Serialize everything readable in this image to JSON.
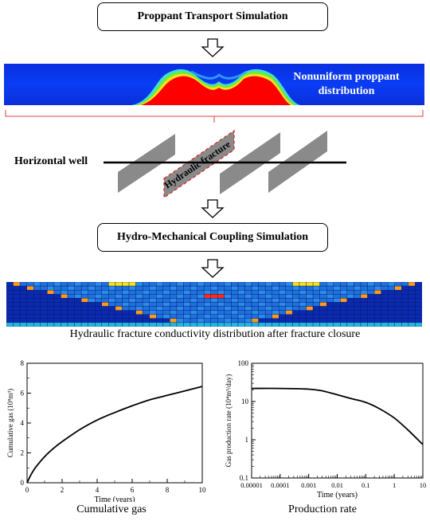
{
  "flow": {
    "step1": "Proppant Transport Simulation",
    "step2": "Hydro-Mechanical Coupling Simulation"
  },
  "proppant_panel": {
    "annotation_line1": "Nonuniform proppant",
    "annotation_line2": "distribution",
    "colors": {
      "background": "#0a3df0",
      "proppant": "#ff0000",
      "edge": "#36e07a"
    }
  },
  "well_diagram": {
    "well_label": "Horizontal well",
    "fracture_label": "Hydraulic fracture"
  },
  "conductivity_panel": {
    "caption": "Hydraulic fracture conductivity distribution after fracture closure"
  },
  "charts": [
    {
      "caption": "Cumulative gas",
      "chart_data": {
        "type": "line",
        "xlabel": "Time (years)",
        "ylabel": "Cumulative gas (10⁸m³)",
        "xlim": [
          0,
          10
        ],
        "ylim": [
          0,
          8
        ],
        "xticks": [
          "0",
          "2",
          "4",
          "6",
          "8",
          "10"
        ],
        "yticks": [
          "0",
          "2",
          "4",
          "6",
          "8"
        ],
        "x": [
          0,
          0.25,
          0.5,
          1,
          1.5,
          2,
          3,
          4,
          5,
          6,
          7,
          8,
          9,
          10
        ],
        "values": [
          0,
          0.6,
          1.05,
          1.75,
          2.3,
          2.75,
          3.55,
          4.2,
          4.7,
          5.15,
          5.55,
          5.85,
          6.15,
          6.45
        ]
      }
    },
    {
      "caption": "Production rate",
      "chart_data": {
        "type": "line",
        "scale": "log-log",
        "xlabel": "Time (years)",
        "ylabel": "Gas production rate (10⁴m³/day)",
        "xlim": [
          1e-05,
          10
        ],
        "ylim": [
          0.1,
          100
        ],
        "xticks": [
          "0.00001",
          "0.0001",
          "0.001",
          "0.01",
          "0.1",
          "1",
          "10"
        ],
        "yticks": [
          "0.1",
          "1",
          "10",
          "100"
        ],
        "x": [
          1e-05,
          0.0001,
          0.001,
          0.003,
          0.01,
          0.03,
          0.1,
          0.3,
          1,
          3,
          10
        ],
        "values": [
          22,
          22,
          21,
          19,
          15,
          12,
          9.5,
          6.5,
          3.7,
          1.8,
          0.75
        ]
      }
    }
  ]
}
